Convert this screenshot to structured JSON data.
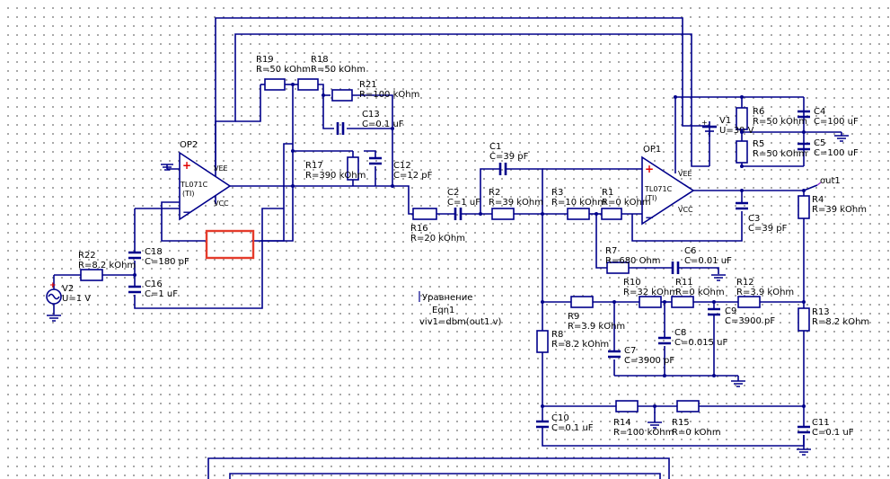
{
  "opamps": {
    "op2": {
      "name": "OP2",
      "model": "TL071C",
      "maker": "(TI)",
      "vee": "VEE",
      "vcc": "VCC"
    },
    "op1": {
      "name": "OP1",
      "model": "TL071C",
      "maker": "(TI)",
      "vee": "VEE",
      "vcc": "VCC"
    }
  },
  "resistors": {
    "r19": {
      "name": "R19",
      "value": "R=50 kOhm"
    },
    "r18": {
      "name": "R18",
      "value": "R=50 kOhm"
    },
    "r21": {
      "name": "R21",
      "value": "R=100 kOhm"
    },
    "r17": {
      "name": "R17",
      "value": "R=390 kOhm"
    },
    "r22": {
      "name": "R22",
      "value": "R=8.2 kOhm"
    },
    "r16": {
      "name": "R16",
      "value": "R=20 kOhm"
    },
    "r2": {
      "name": "R2",
      "value": "R=39 kOhm"
    },
    "r3": {
      "name": "R3",
      "value": "R=10 kOhm"
    },
    "r1": {
      "name": "R1",
      "value": "R=0 kOhm"
    },
    "r7": {
      "name": "R7",
      "value": "R=680 Ohm"
    },
    "r6": {
      "name": "R6",
      "value": "R=50 kOhm"
    },
    "r5": {
      "name": "R5",
      "value": "R=50 kOhm"
    },
    "r4": {
      "name": "R4",
      "value": "R=39 kOhm"
    },
    "r10": {
      "name": "R10",
      "value": "R=32 kOhm"
    },
    "r11": {
      "name": "R11",
      "value": "R=0 kOhm"
    },
    "r12": {
      "name": "R12",
      "value": "R=3.9 kOhm"
    },
    "r9": {
      "name": "R9",
      "value": "R=3.9 kOhm"
    },
    "r8": {
      "name": "R8",
      "value": "R=8.2 kOhm"
    },
    "r13": {
      "name": "R13",
      "value": "R=8.2 kOhm"
    },
    "r14": {
      "name": "R14",
      "value": "R=100 kOhm"
    },
    "r15": {
      "name": "R15",
      "value": "R=0 kOhm"
    }
  },
  "capacitors": {
    "c13": {
      "name": "C13",
      "value": "C=0.1 uF"
    },
    "c12": {
      "name": "C12",
      "value": "C=12 pF"
    },
    "c18": {
      "name": "C18",
      "value": "C=180 pF"
    },
    "c16": {
      "name": "C16",
      "value": "C=1 uF"
    },
    "c2": {
      "name": "C2",
      "value": "C=1 uF"
    },
    "c1": {
      "name": "C1",
      "value": "C=39 pF"
    },
    "c6": {
      "name": "C6",
      "value": "C=0.01 uF"
    },
    "c4": {
      "name": "C4",
      "value": "C=100 uF"
    },
    "c5": {
      "name": "C5",
      "value": "C=100 uF"
    },
    "c3": {
      "name": "C3",
      "value": "C=39 pF"
    },
    "c9": {
      "name": "C9",
      "value": "C=3900 pF"
    },
    "c8": {
      "name": "C8",
      "value": "C=0.015 uF"
    },
    "c7": {
      "name": "C7",
      "value": "C=3900 pF"
    },
    "c10": {
      "name": "C10",
      "value": "C=0.1 uF"
    },
    "c11": {
      "name": "C11",
      "value": "C=0.1 uF"
    }
  },
  "sources": {
    "v1": {
      "name": "V1",
      "value": "U=30 V"
    },
    "v2": {
      "name": "V2",
      "value": "U=1 V"
    }
  },
  "output_label": "out1",
  "equation": {
    "header": "Уравнение",
    "name": "Eqn1",
    "expr": "viv1=dbm(out1.v)"
  },
  "colors": {
    "wire": "#00008b",
    "selection": "#e53b2b",
    "plus": "#e00000",
    "grid_dot": "#9a9a9a"
  }
}
